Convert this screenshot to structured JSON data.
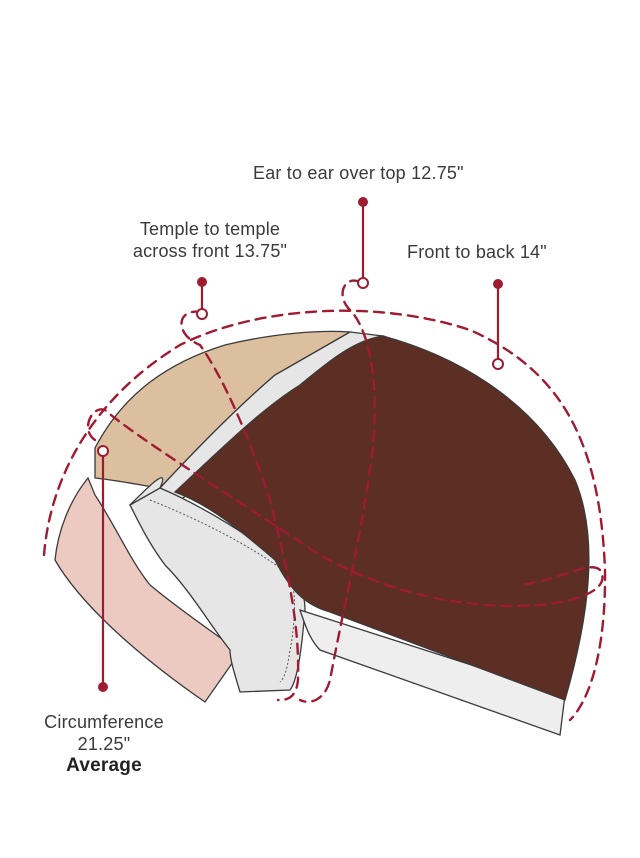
{
  "labels": {
    "ear_to_ear": "Ear to ear over top 12.75\"",
    "temple_line1": "Temple to temple",
    "temple_line2": "across front 13.75\"",
    "front_to_back": "Front to back 14\"",
    "circumference_line1": "Circumference",
    "circumference_line2": "21.25\"",
    "average": "Average"
  },
  "colors": {
    "accent": "#9e1b32",
    "cap_brown": "#5c2e24",
    "lace_tan": "#dbbf9f",
    "ear_pink": "#eccac2",
    "band_light": "#e6e6e6",
    "outline": "#3a3a3a"
  }
}
